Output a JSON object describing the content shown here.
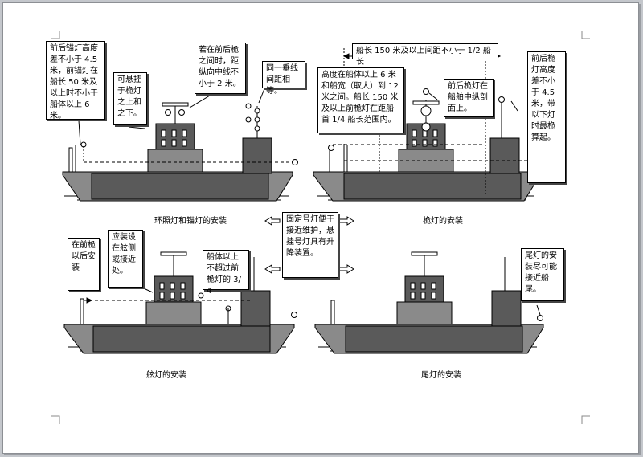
{
  "diagrams": [
    {
      "caption": "环照灯和锚灯的安装"
    },
    {
      "caption": "桅灯的安装"
    },
    {
      "caption": "舷灯的安装"
    },
    {
      "caption": "尾灯的安装"
    }
  ],
  "callouts": {
    "anchor_height": "前后锚灯高度差不小于 4.5 米，前锚灯在船长 50 米及以上时不小于船体以上 6 米。",
    "hang_above_below": "可悬挂于桅灯之上和之下。",
    "between_masts": "若在前后桅之间时，距纵向中线不小于 2 米。",
    "same_vertical": "同一垂线间距相等。",
    "length_150_top": "船长 150 米及以上间距不小于 1/2 船长",
    "mast_height": "高度在船体以上 6 米和船宽（取大）到 12 米之间。船长 150 米及以上前桅灯在距船首 1/4 船长范围内。",
    "fore_aft_centerline": "前后桅灯在船舶中纵剖面上。",
    "height_diff": "前后桅灯高度差不小于 4.5 米，带以下灯时最桅算起。",
    "fixed_lights": "固定号灯便于接近维护，悬挂号灯具有升降装置。",
    "side_behind": "在前桅以后安装",
    "side_near": "应装设在舷侧或接近处。",
    "side_height": "船体以上不超过前桅灯的 3/4",
    "stern_near": "尾灯的安装尽可能接近船尾。"
  }
}
